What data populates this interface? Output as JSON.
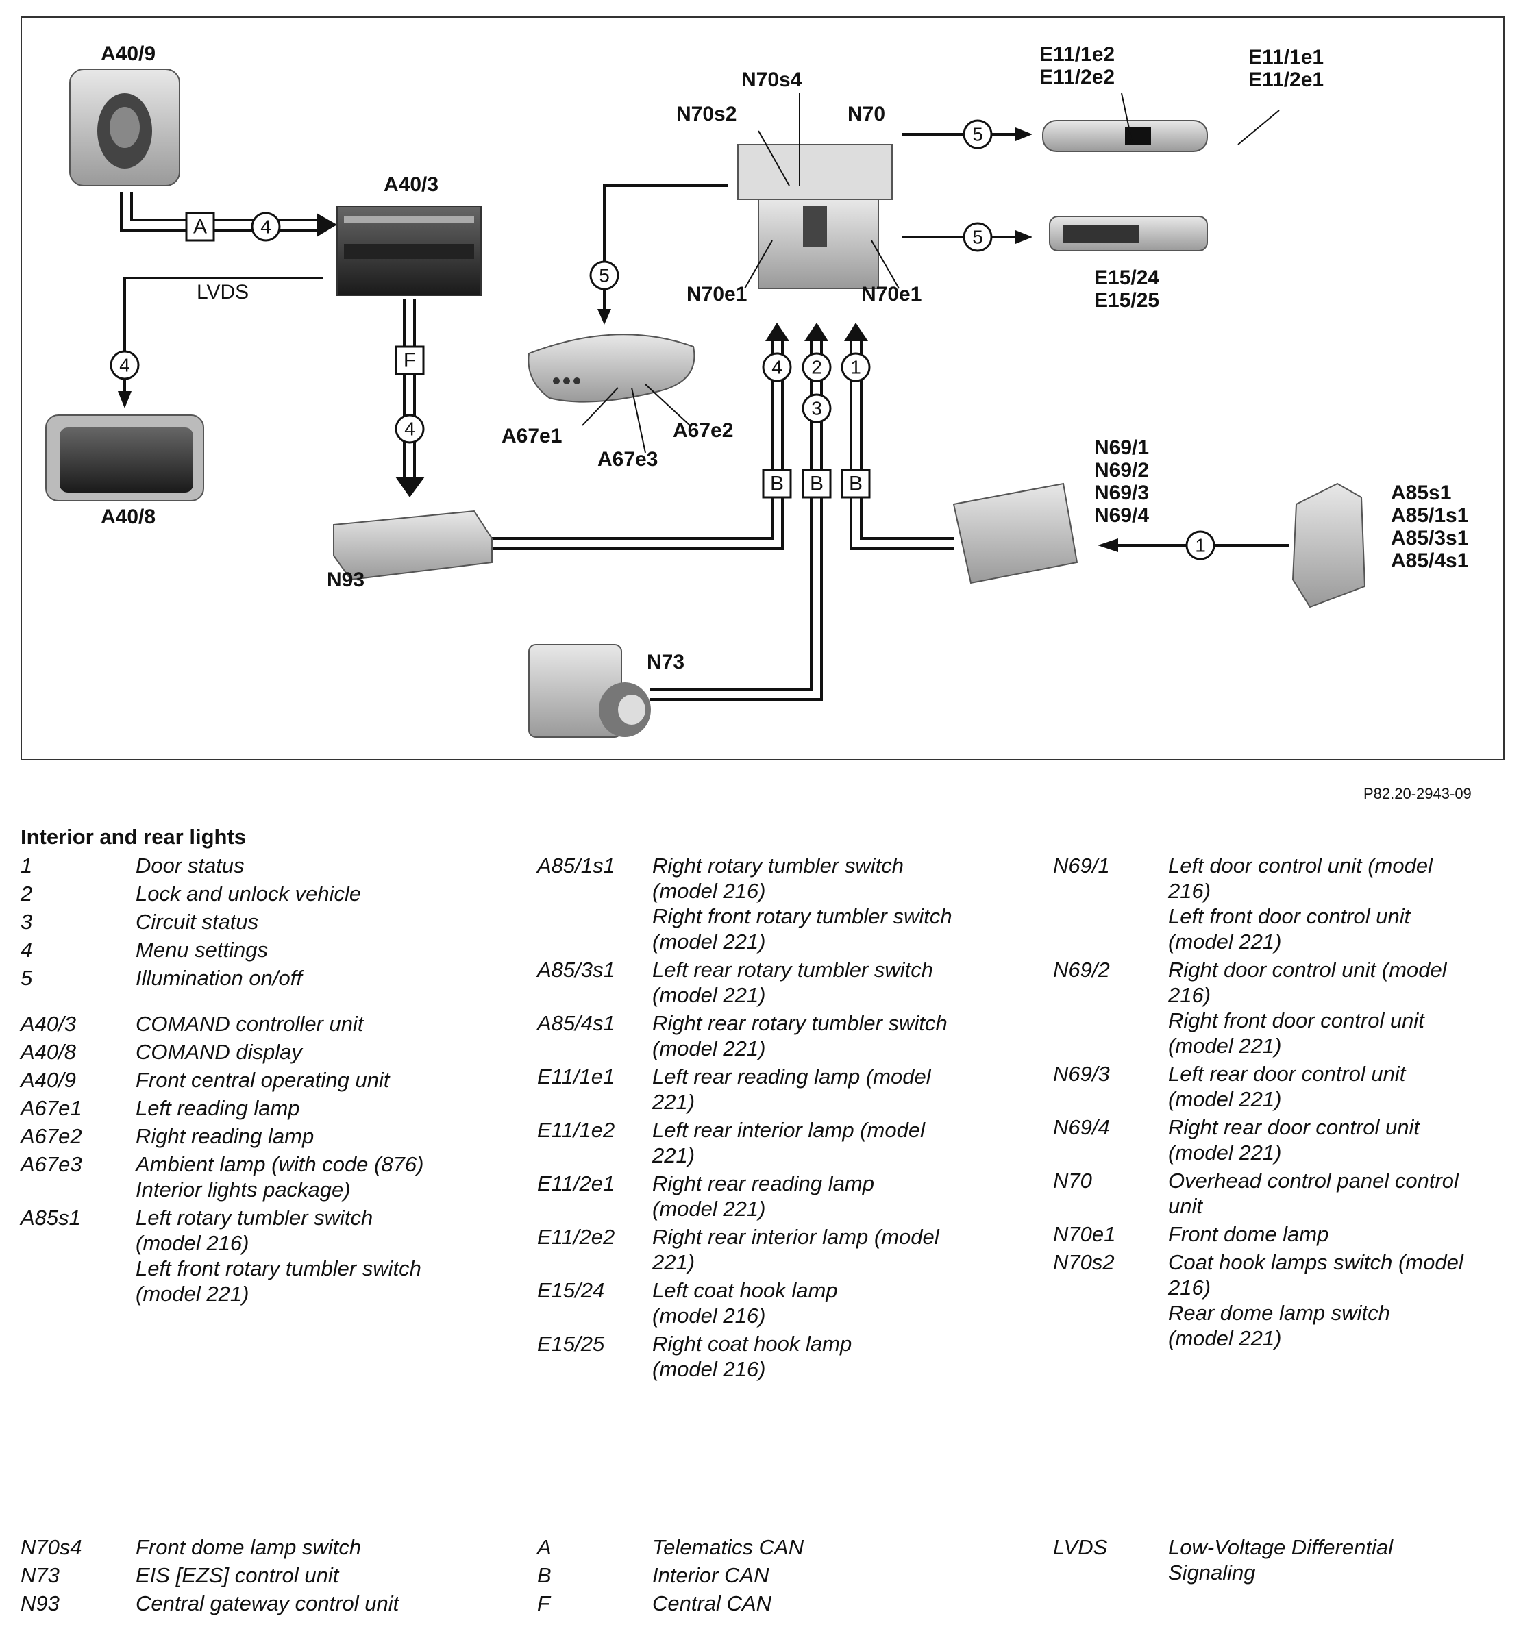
{
  "diagram": {
    "components": {
      "A40_9": "A40/9",
      "A40_3": "A40/3",
      "A40_8": "A40/8",
      "N93": "N93",
      "N73": "N73",
      "N70": "N70",
      "N70s2": "N70s2",
      "N70s4": "N70s4",
      "N70e1_left": "N70e1",
      "N70e1_right": "N70e1",
      "A67e1": "A67e1",
      "A67e2": "A67e2",
      "A67e3": "A67e3",
      "E11_top_left": [
        "E11/1e2",
        "E11/2e2"
      ],
      "E11_top_right": [
        "E11/1e1",
        "E11/2e1"
      ],
      "E15": [
        "E15/24",
        "E15/25"
      ],
      "N69": [
        "N69/1",
        "N69/2",
        "N69/3",
        "N69/4"
      ],
      "A85": [
        "A85s1",
        "A85/1s1",
        "A85/3s1",
        "A85/4s1"
      ]
    },
    "bus_labels": {
      "A": "A",
      "F": "F",
      "B": "B",
      "LVDS": "LVDS"
    },
    "signal_numbers": [
      "1",
      "2",
      "3",
      "4",
      "5"
    ]
  },
  "figure_ref": "P82.20-2943-09",
  "legend": {
    "title": "Interior and rear lights",
    "col1": [
      {
        "key": "1",
        "lines": [
          "Door status"
        ]
      },
      {
        "key": "2",
        "lines": [
          "Lock and unlock vehicle"
        ]
      },
      {
        "key": "3",
        "lines": [
          "Circuit status"
        ]
      },
      {
        "key": "4",
        "lines": [
          "Menu settings"
        ]
      },
      {
        "key": "5",
        "lines": [
          "Illumination on/off"
        ]
      },
      {
        "key": "A40/3",
        "lines": [
          "COMAND controller unit"
        ]
      },
      {
        "key": "A40/8",
        "lines": [
          "COMAND display"
        ]
      },
      {
        "key": "A40/9",
        "lines": [
          "Front central operating unit"
        ]
      },
      {
        "key": "A67e1",
        "lines": [
          "Left reading lamp"
        ]
      },
      {
        "key": "A67e2",
        "lines": [
          "Right reading lamp"
        ]
      },
      {
        "key": "A67e3",
        "lines": [
          "Ambient lamp (with code (876)",
          "Interior lights package)"
        ]
      },
      {
        "key": "A85s1",
        "lines": [
          "Left rotary tumbler switch",
          "(model 216)",
          "Left front rotary tumbler switch",
          "(model 221)"
        ]
      }
    ],
    "col2": [
      {
        "key": "A85/1s1",
        "lines": [
          "Right rotary tumbler switch",
          "(model 216)",
          "Right front rotary tumbler switch",
          "(model 221)"
        ]
      },
      {
        "key": "A85/3s1",
        "lines": [
          "Left rear rotary tumbler switch",
          "(model 221)"
        ]
      },
      {
        "key": "A85/4s1",
        "lines": [
          "Right rear rotary tumbler switch",
          "(model 221)"
        ]
      },
      {
        "key": "E11/1e1",
        "lines": [
          "Left rear reading lamp (model",
          "221)"
        ]
      },
      {
        "key": "E11/1e2",
        "lines": [
          "Left rear interior lamp (model",
          "221)"
        ]
      },
      {
        "key": "E11/2e1",
        "lines": [
          "Right rear reading lamp",
          "(model 221)"
        ]
      },
      {
        "key": "E11/2e2",
        "lines": [
          "Right rear interior lamp (model",
          "221)"
        ]
      },
      {
        "key": "E15/24",
        "lines": [
          "Left coat hook lamp",
          "(model 216)"
        ]
      },
      {
        "key": "E15/25",
        "lines": [
          "Right coat hook lamp",
          "(model 216)"
        ]
      }
    ],
    "col3": [
      {
        "key": "N69/1",
        "lines": [
          "Left door control unit (model",
          "216)",
          "Left front door control unit",
          "(model 221)"
        ]
      },
      {
        "key": "N69/2",
        "lines": [
          "Right door control unit (model",
          "216)",
          "Right front door control unit",
          "(model 221)"
        ]
      },
      {
        "key": "N69/3",
        "lines": [
          "Left rear door control unit",
          "(model 221)"
        ]
      },
      {
        "key": "N69/4",
        "lines": [
          "Right rear door control unit",
          "(model 221)"
        ]
      },
      {
        "key": "N70",
        "lines": [
          "Overhead control panel control",
          "unit"
        ]
      },
      {
        "key": "N70e1",
        "lines": [
          "Front dome lamp"
        ]
      },
      {
        "key": "N70s2",
        "lines": [
          "Coat hook lamps switch (model",
          "216)",
          "Rear dome lamp switch",
          "(model 221)"
        ]
      }
    ],
    "bottom1": [
      {
        "key": "N70s4",
        "lines": [
          "Front dome lamp switch"
        ]
      },
      {
        "key": "N73",
        "lines": [
          "EIS [EZS] control unit"
        ]
      },
      {
        "key": "N93",
        "lines": [
          "Central gateway control unit"
        ]
      }
    ],
    "bottom2": [
      {
        "key": "A",
        "lines": [
          "Telematics CAN"
        ]
      },
      {
        "key": "B",
        "lines": [
          "Interior CAN"
        ]
      },
      {
        "key": "F",
        "lines": [
          "Central CAN"
        ]
      }
    ],
    "bottom3": [
      {
        "key": "LVDS",
        "lines": [
          "Low-Voltage Differential",
          "Signaling"
        ]
      }
    ]
  }
}
